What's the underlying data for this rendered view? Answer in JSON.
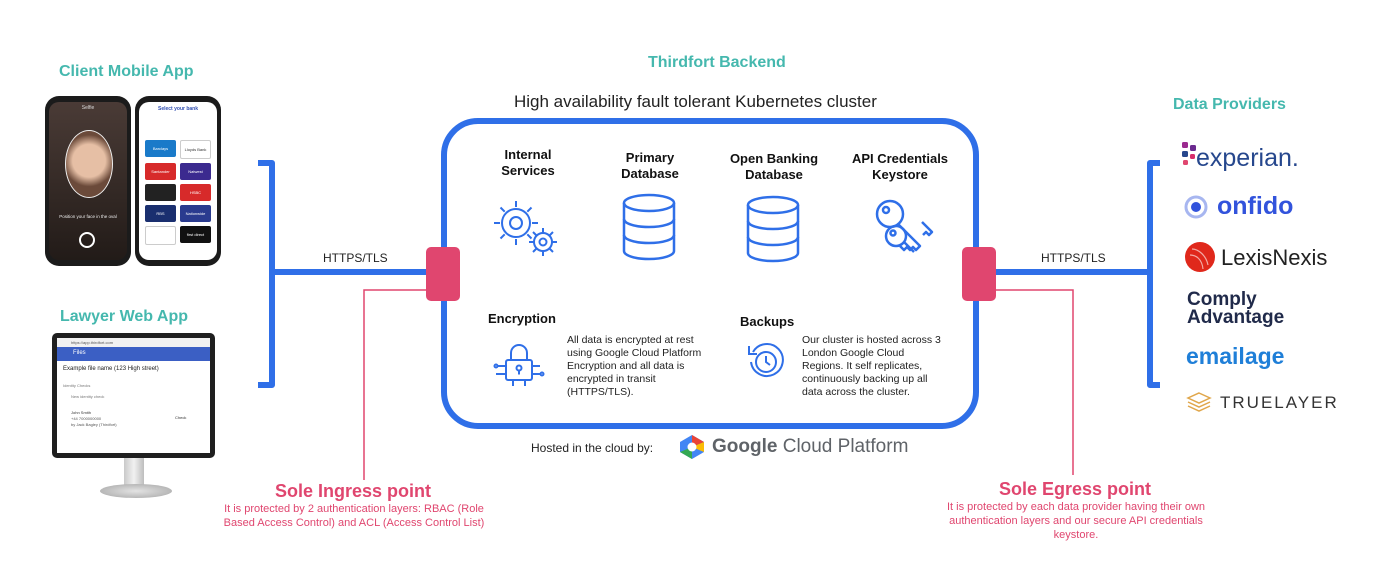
{
  "backend": {
    "title": "Thirdfort Backend",
    "subtitle": "High availability fault tolerant Kubernetes cluster"
  },
  "clients": {
    "mobile_title": "Client Mobile App",
    "web_title": "Lawyer Web App",
    "mobile_screens": {
      "selfie_header": "Selfie",
      "selfie_caption": "Position your face in the oval",
      "bank_header": "Select your bank",
      "banks": [
        "Barclays",
        "Lloyds Bank",
        "Santander",
        "Natwest",
        "",
        "HSBC",
        "RBS",
        "Nationwide",
        "",
        "first direct"
      ]
    },
    "web_screen": {
      "url": "https://app.thirdfort.com",
      "nav_title": "Files",
      "file_title": "Example file name (123 High street)",
      "section": "Identity Checks",
      "add_row": "New identity check",
      "person_name": "John Smith",
      "person_phone": "+44 7000000000",
      "person_by": "by Jack Bagley (Thirdfort)",
      "person_status": "Check"
    }
  },
  "connections": {
    "ingress_protocol": "HTTPS/TLS",
    "egress_protocol": "HTTPS/TLS"
  },
  "services": [
    {
      "label": "Internal Services",
      "icon": "gears-icon"
    },
    {
      "label": "Primary Database",
      "icon": "database-icon"
    },
    {
      "label": "Open Banking Database",
      "icon": "database-icon"
    },
    {
      "label": "API Credentials Keystore",
      "icon": "keys-icon"
    }
  ],
  "encryption": {
    "title": "Encryption",
    "text": "All data is encrypted at rest using Google Cloud Platform Encryption and all data is encrypted in transit (HTTPS/TLS)."
  },
  "backups": {
    "title": "Backups",
    "text": "Our cluster is hosted across 3 London Google Cloud Regions. It self replicates, continuously backing up all data across the cluster."
  },
  "hosting": {
    "label": "Hosted in the cloud by:",
    "brand_bold": "Google",
    "brand_rest": "Cloud Platform"
  },
  "ingress": {
    "title": "Sole Ingress point",
    "text": "It is protected by 2 authentication layers: RBAC (Role Based Access Control) and ACL (Access Control List)"
  },
  "egress": {
    "title": "Sole Egress point",
    "text": "It is protected by each data provider having their own authentication layers and our secure API credentials keystore."
  },
  "providers": {
    "title": "Data Providers",
    "items": [
      "experian.",
      "onfido",
      "LexisNexis",
      "Comply",
      "Advantage",
      "emailage",
      "TRUELAYER"
    ]
  },
  "colors": {
    "blue": "#2f6fe8",
    "teal": "#45b8ae",
    "pink": "#e0466f"
  }
}
